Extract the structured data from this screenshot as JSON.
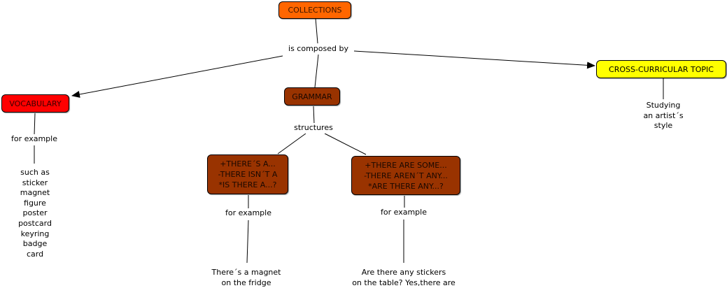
{
  "concepts": {
    "collections": {
      "label": "COLLECTIONS",
      "fill": "#ff6600",
      "text": "#3a1500"
    },
    "vocabulary": {
      "label": "VOCABULARY",
      "fill": "#ff0000",
      "text": "#3a0000"
    },
    "grammar": {
      "label": "GRAMMAR",
      "fill": "#993300",
      "text": "#1a0800"
    },
    "cross_curricular": {
      "label": "CROSS-CURRICULAR TOPIC",
      "fill": "#ffff00",
      "text": "#000000"
    },
    "there_is": {
      "label": "+THERE´S A...\n-THERE ISN´T A\n*IS THERE A...?",
      "fill": "#993300",
      "text": "#1a0800"
    },
    "there_are": {
      "label": "+THERE ARE SOME...\n-THERE AREN´T ANY...\n*ARE THERE ANY...?",
      "fill": "#993300",
      "text": "#1a0800"
    }
  },
  "linking_phrases": {
    "is_composed_by": "is composed by",
    "vocab_for_example": "for example",
    "structures": "structures",
    "there_is_for_example": "for example",
    "there_are_for_example": "for example"
  },
  "leaf_texts": {
    "vocab_list": "such as\nsticker\nmagnet\nfigure\nposter\npostcard\nkeyring\nbadge\ncard",
    "magnet_example": "There´s a magnet\non the fridge",
    "stickers_example": "Are there any stickers\non the table? Yes,there are",
    "artist_style": "Studying\nan artist´s\nstyle"
  }
}
